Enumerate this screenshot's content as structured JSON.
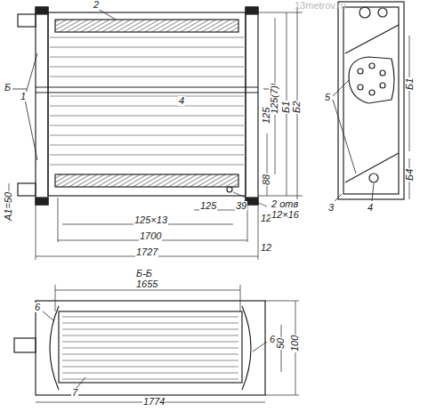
{
  "diagram": {
    "labels": [
      "2",
      "1",
      "Б",
      "Б",
      "4",
      "А1=50",
      "125×13",
      "1700",
      "1727",
      "12",
      "12",
      "125",
      "39",
      "2 отв",
      "12×16",
      "125(7)",
      "125",
      "88",
      "Б1",
      "Б2",
      "5",
      "3",
      "4",
      "Б1",
      "Б4",
      "Б-Б",
      "1655",
      "6",
      "6",
      "7",
      "50",
      "100",
      "1774",
      "13metrov.ru"
    ]
  }
}
